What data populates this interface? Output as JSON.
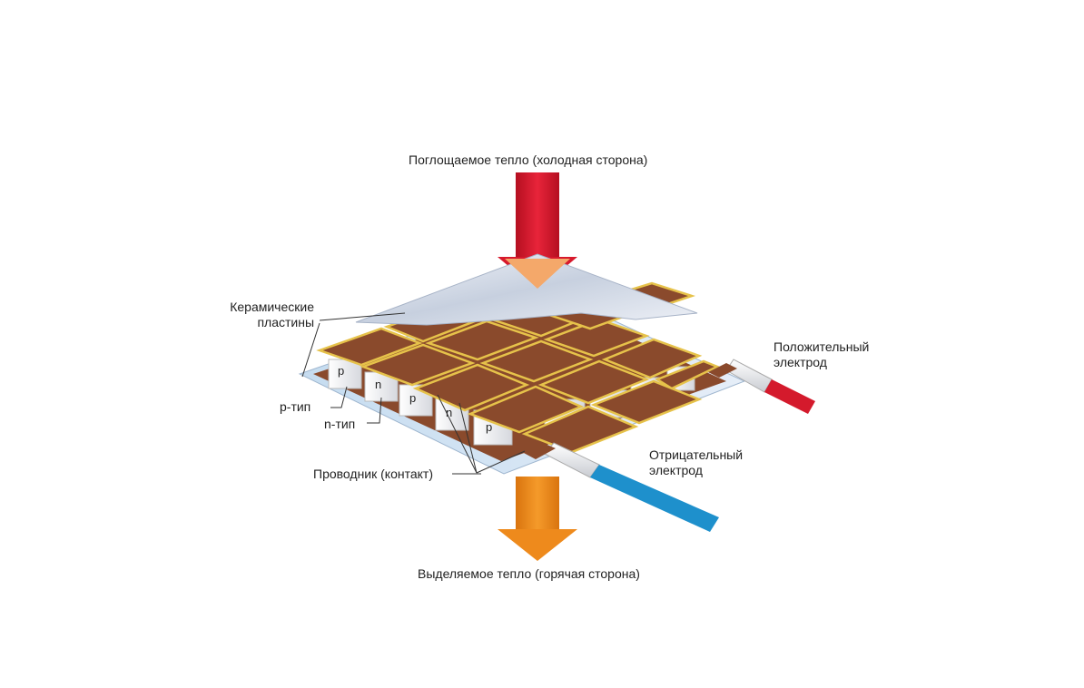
{
  "labels": {
    "absorbed_heat": "Поглощаемое тепло (холодная сторона)",
    "released_heat": "Выделяемое тепло (горячая сторона)",
    "ceramic_plates": "Керамические\nпластины",
    "p_type": "p-тип",
    "n_type": "n-тип",
    "conductor": "Проводник (контакт)",
    "positive_electrode": "Положительный\nэлектрод",
    "negative_electrode": "Отрицательный\nэлектрод"
  },
  "leg_letters": [
    "p",
    "n",
    "p",
    "n",
    "p"
  ],
  "colors": {
    "cold_arrow": "#d7192c",
    "cold_arrow_head": "#f4a86a",
    "hot_arrow": "#ee8a1c",
    "copper": "#8a4a2c",
    "copper_outline": "#e6c24a",
    "ceramic": "#dfe6f1",
    "positive_wire": "#d41a2c",
    "negative_wire": "#1e90cc"
  }
}
